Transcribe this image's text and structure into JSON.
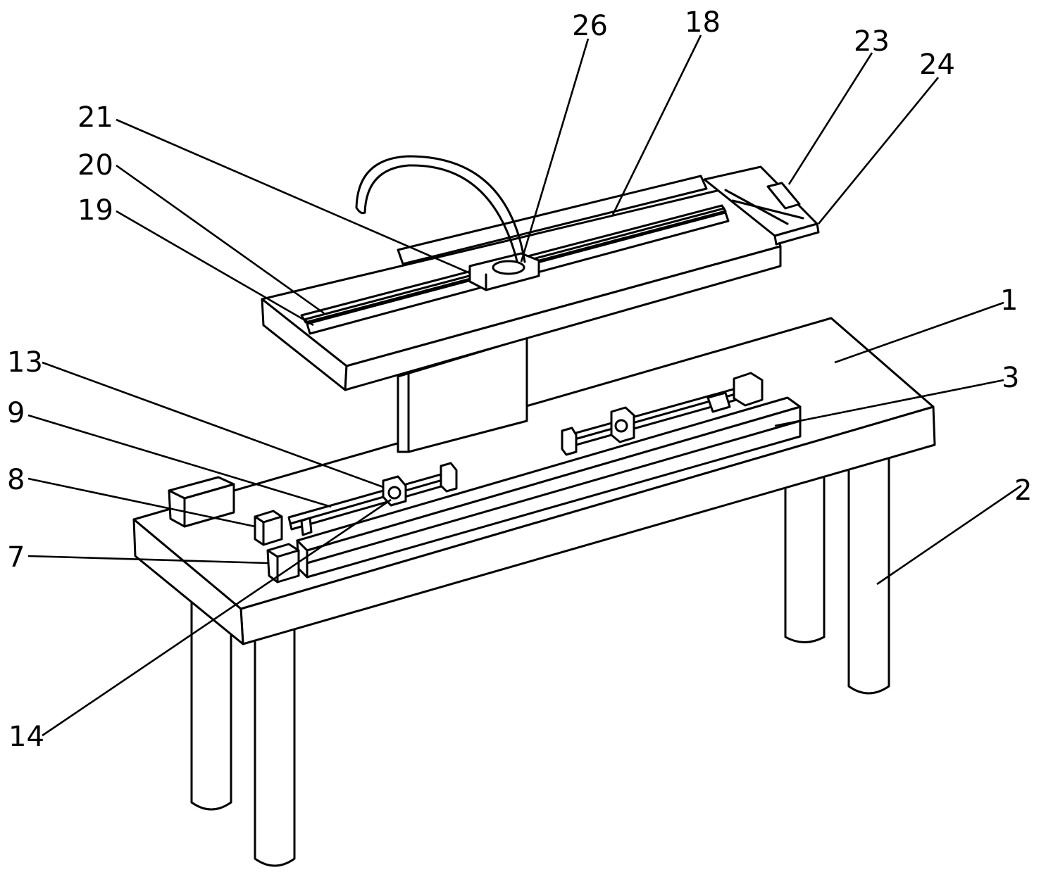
{
  "labels": [
    {
      "id": "1",
      "text": "1"
    },
    {
      "id": "2",
      "text": "2"
    },
    {
      "id": "3",
      "text": "3"
    },
    {
      "id": "7",
      "text": "7"
    },
    {
      "id": "8",
      "text": "8"
    },
    {
      "id": "9",
      "text": "9"
    },
    {
      "id": "13",
      "text": "13"
    },
    {
      "id": "14",
      "text": "14"
    },
    {
      "id": "18",
      "text": "18"
    },
    {
      "id": "19",
      "text": "19"
    },
    {
      "id": "20",
      "text": "20"
    },
    {
      "id": "21",
      "text": "21"
    },
    {
      "id": "23",
      "text": "23"
    },
    {
      "id": "24",
      "text": "24"
    },
    {
      "id": "26",
      "text": "26"
    }
  ],
  "colors": {
    "line": "#000000",
    "background": "#ffffff"
  }
}
